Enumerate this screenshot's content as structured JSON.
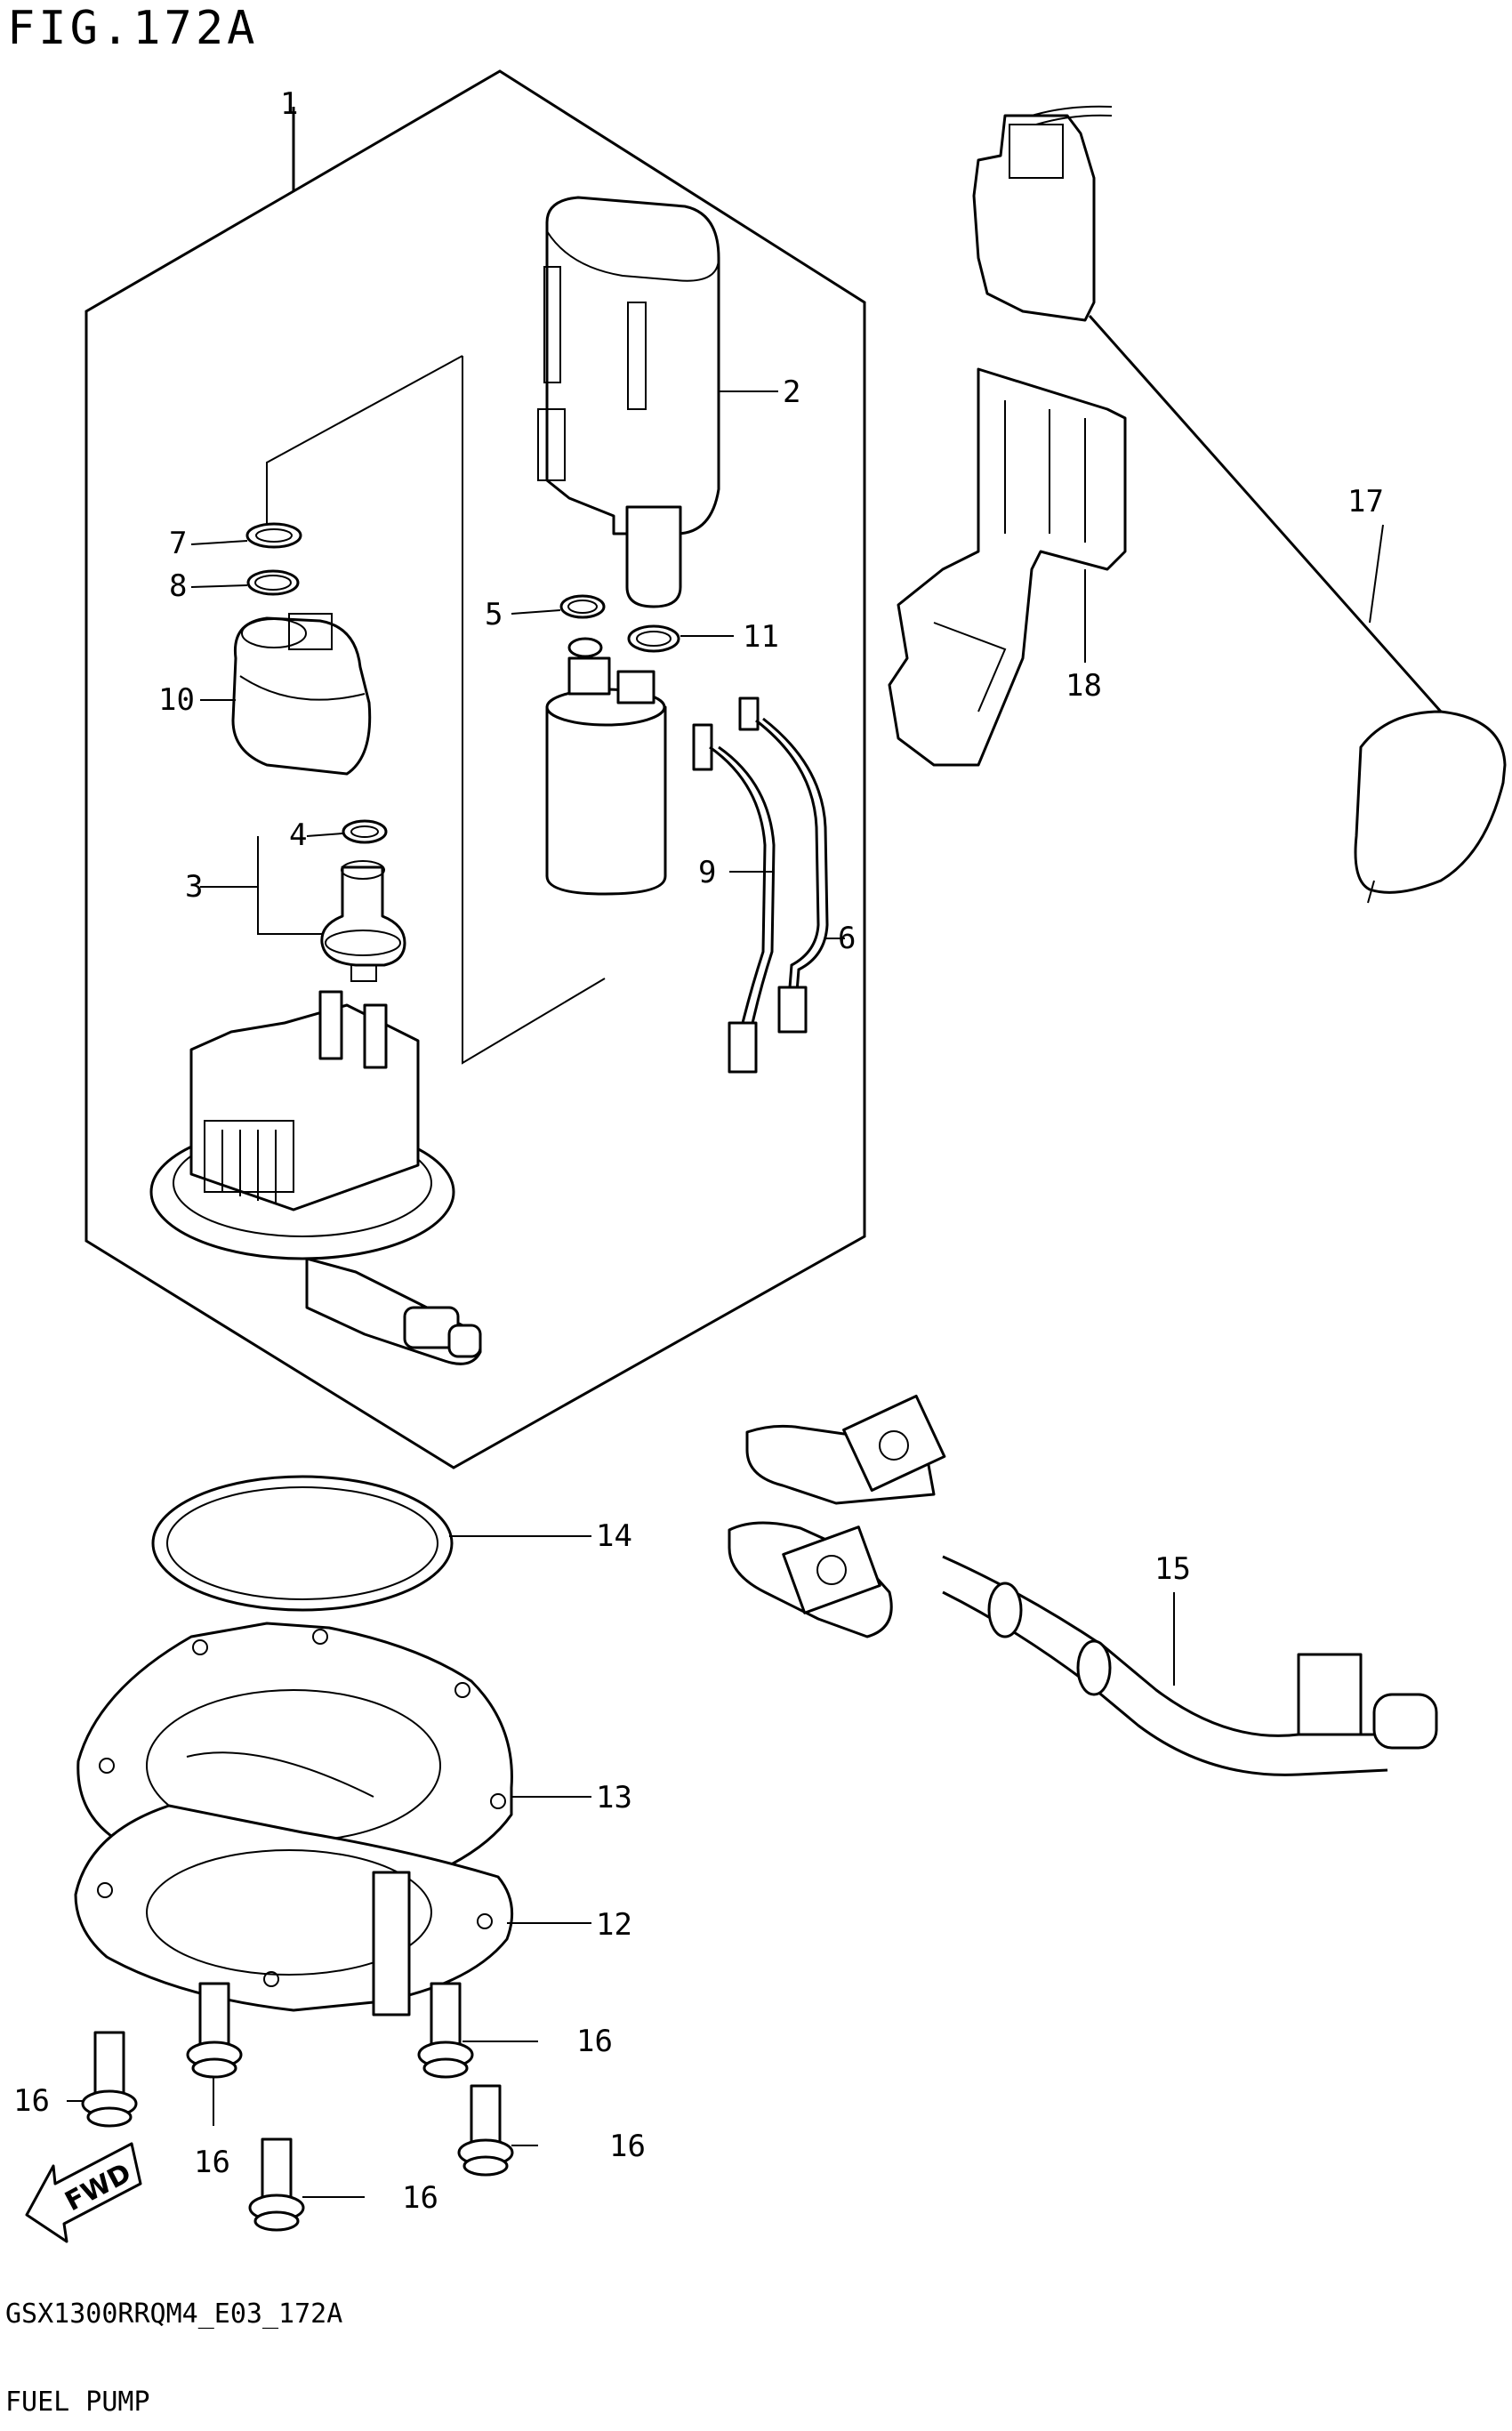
{
  "figure": {
    "title": "FIG.172A",
    "code": "GSX1300RRQM4_E03_172A",
    "name": "FUEL PUMP"
  },
  "callouts": {
    "c1": "1",
    "c2": "2",
    "c3": "3",
    "c4": "4",
    "c5": "5",
    "c6": "6",
    "c7": "7",
    "c8": "8",
    "c9": "9",
    "c10": "10",
    "c11": "11",
    "c12": "12",
    "c13": "13",
    "c14": "14",
    "c15": "15",
    "c16": "16",
    "c17": "17",
    "c18": "18"
  },
  "fwd_label": "FWD"
}
